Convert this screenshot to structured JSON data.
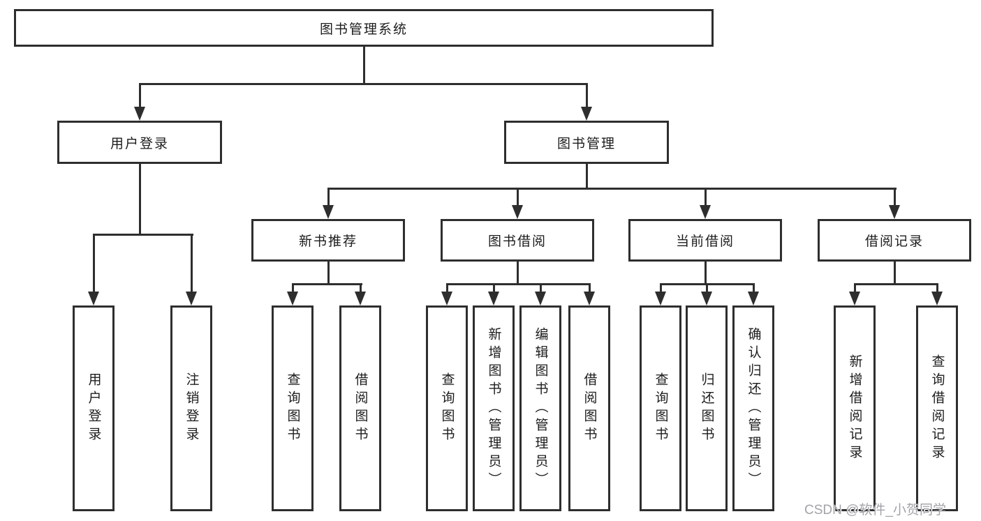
{
  "diagram": {
    "type": "hierarchy",
    "title": "图书管理系统",
    "watermark": "CSDN @软件_小贺同学",
    "colors": {
      "line": "#2e2e2e",
      "box_border": "#2e2e2e",
      "box_fill": "#ffffff",
      "text": "#1c1c1c",
      "watermark": "#a2a3a7",
      "background": "#ffffff"
    },
    "root": {
      "label": "图书管理系统"
    },
    "level2": [
      {
        "label": "用户登录",
        "parent": "图书管理系统"
      },
      {
        "label": "图书管理",
        "parent": "图书管理系统"
      }
    ],
    "level3": [
      {
        "label": "新书推荐",
        "parent": "图书管理"
      },
      {
        "label": "图书借阅",
        "parent": "图书管理"
      },
      {
        "label": "当前借阅",
        "parent": "图书管理"
      },
      {
        "label": "借阅记录",
        "parent": "图书管理"
      }
    ],
    "leaves": [
      {
        "label": "用户登录",
        "parent": "用户登录"
      },
      {
        "label": "注销登录",
        "parent": "用户登录"
      },
      {
        "label": "查询图书",
        "parent": "新书推荐"
      },
      {
        "label": "借阅图书",
        "parent": "新书推荐"
      },
      {
        "label": "查询图书",
        "parent": "图书借阅"
      },
      {
        "label": "新增图书（管理员）",
        "parent": "图书借阅"
      },
      {
        "label": "编辑图书（管理员）",
        "parent": "图书借阅"
      },
      {
        "label": "借阅图书",
        "parent": "图书借阅"
      },
      {
        "label": "查询图书",
        "parent": "当前借阅"
      },
      {
        "label": "归还图书",
        "parent": "当前借阅"
      },
      {
        "label": "确认归还（管理员）",
        "parent": "当前借阅"
      },
      {
        "label": "新增借阅记录",
        "parent": "借阅记录"
      },
      {
        "label": "查询借阅记录",
        "parent": "借阅记录"
      }
    ]
  }
}
